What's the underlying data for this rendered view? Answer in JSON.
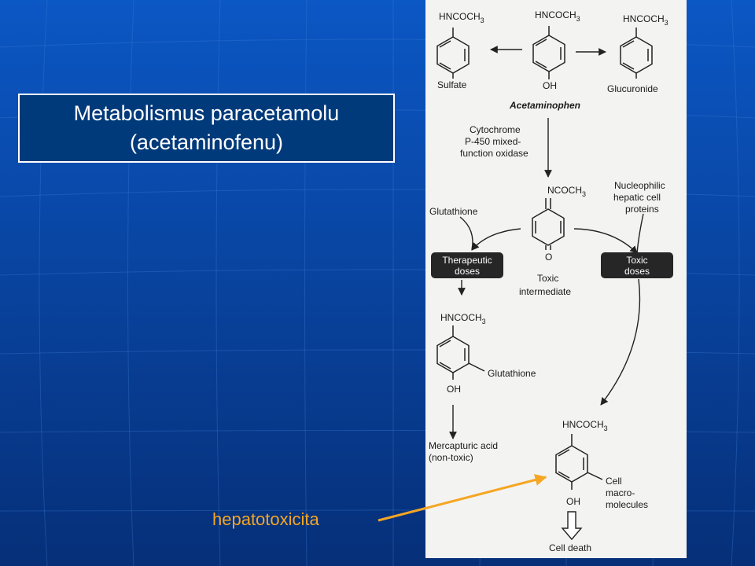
{
  "slide": {
    "title_line1": "Metabolismus paracetamolu",
    "title_line2": "(acetaminofenu)",
    "annotation": "hepatotoxicita"
  },
  "diagram": {
    "top_left_group": "HNCOCH",
    "top_left_sub": "3",
    "top_left_label": "Sulfate",
    "top_center_group": "HNCOCH",
    "top_center_sub": "3",
    "top_center_oh": "OH",
    "top_center_name": "Acetaminophen",
    "top_right_group": "HNCOCH",
    "top_right_sub": "3",
    "top_right_label": "Glucuronide",
    "enzyme_line1": "Cytochrome",
    "enzyme_line2": "P-450 mixed-",
    "enzyme_line3": "function oxidase",
    "intermediate_group": "NCOCH",
    "intermediate_sub": "3",
    "intermediate_o": "O",
    "intermediate_label1": "Toxic",
    "intermediate_label2": "intermediate",
    "glutathione_source": "Glutathione",
    "protein_line1": "Nucleophilic",
    "protein_line2": "hepatic cell",
    "protein_line3": "proteins",
    "therapeutic_line1": "Therapeutic",
    "therapeutic_line2": "doses",
    "toxic_line1": "Toxic",
    "toxic_line2": "doses",
    "conjugate_group": "HNCOCH",
    "conjugate_sub": "3",
    "conjugate_substituent": "Glutathione",
    "conjugate_oh": "OH",
    "mercapturic_line1": "Mercapturic acid",
    "mercapturic_line2": "(non-toxic)",
    "adduct_group": "HNCOCH",
    "adduct_sub": "3",
    "adduct_line1": "Cell",
    "adduct_line2": "macro-",
    "adduct_line3": "molecules",
    "adduct_oh": "OH",
    "outcome": "Cell death"
  },
  "colors": {
    "background_top": "#0b57c4",
    "background_bottom": "#062f78",
    "title_fill": "#003a7a",
    "annotation": "#f5a623",
    "panel": "#f3f3f1"
  }
}
